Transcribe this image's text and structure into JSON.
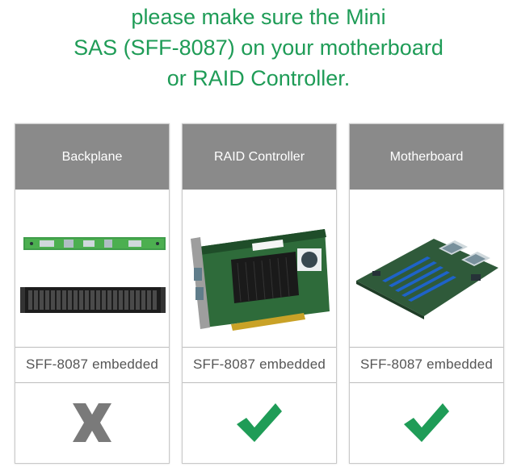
{
  "headline": {
    "line1": "please make sure the Mini",
    "line2": "SAS (SFF-8087) on your motherboard",
    "line3": "or RAID Controller."
  },
  "columns": [
    {
      "title": "Backplane",
      "label": "SFF-8087 embedded",
      "mark": "x-icon",
      "compatible": false
    },
    {
      "title": "RAID Controller",
      "label": "SFF-8087 embedded",
      "mark": "check-icon",
      "compatible": true
    },
    {
      "title": "Motherboard",
      "label": "SFF-8087 embedded",
      "mark": "check-icon",
      "compatible": true
    }
  ],
  "colors": {
    "headline": "#1f9c57",
    "header_bg": "#8a8a8a",
    "check": "#1f9c57",
    "x_mark": "#7a7a7a"
  }
}
